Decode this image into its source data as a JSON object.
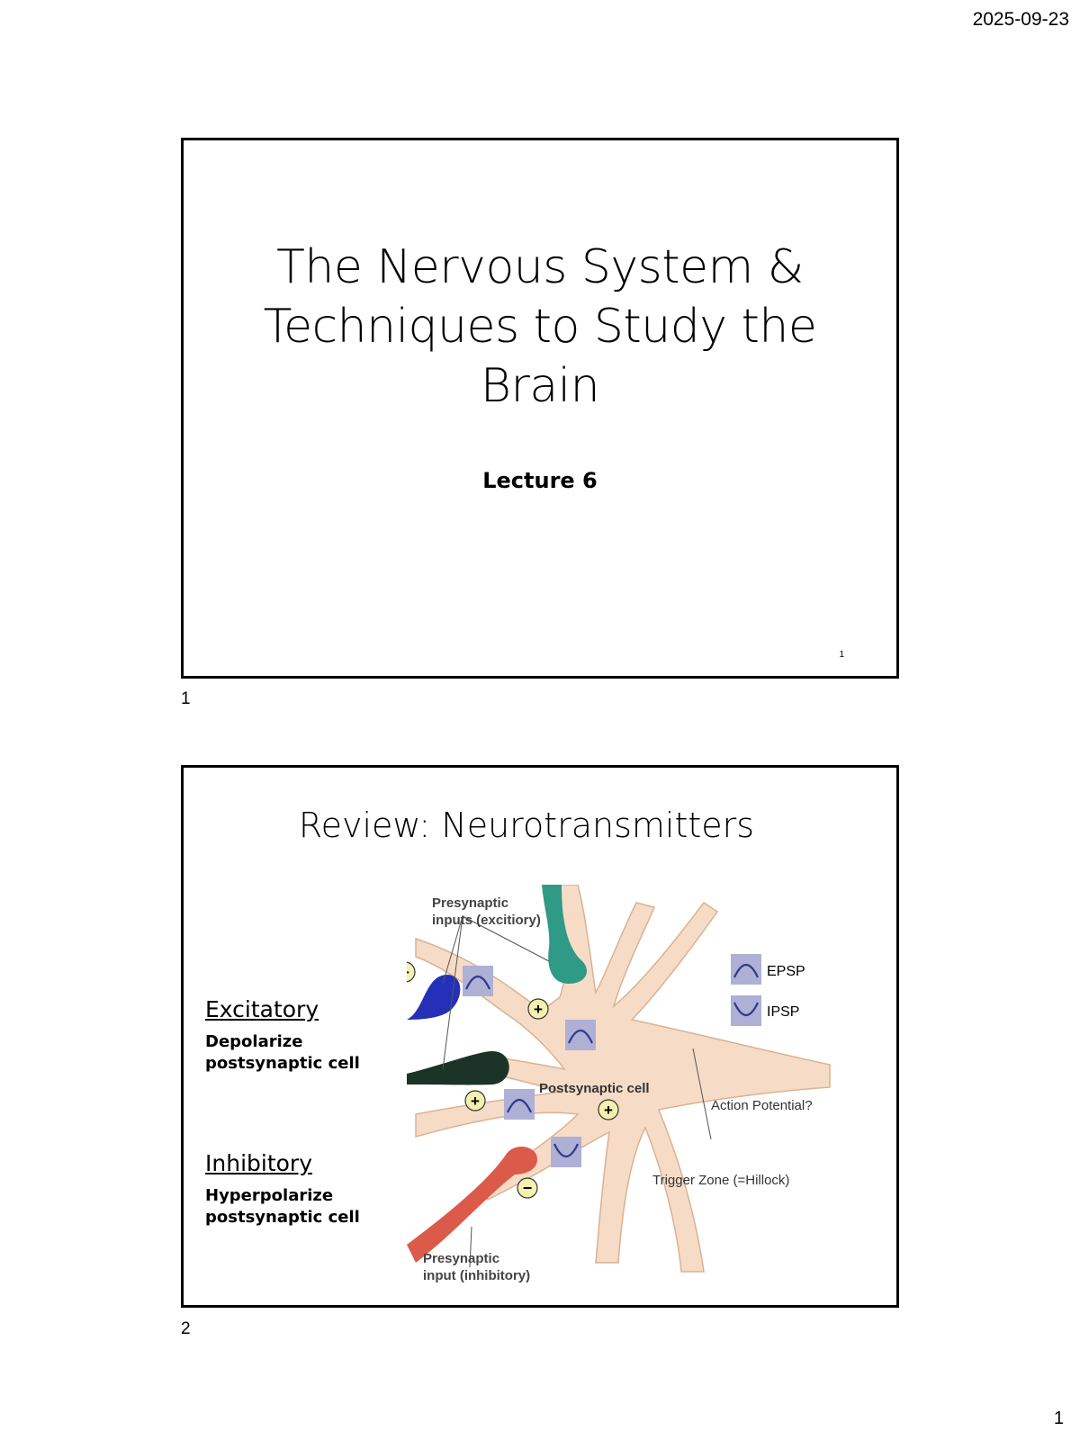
{
  "page": {
    "date": "2025-09-23",
    "number": "1"
  },
  "slide1": {
    "index": "1",
    "title_lines": [
      "The Nervous System &",
      "Techniques to Study the",
      "Brain"
    ],
    "subtitle": "Lecture 6",
    "slide_number": "1"
  },
  "slide2": {
    "index": "2",
    "title": "Review: Neurotransmitters",
    "excitatory": {
      "heading": "Excitatory",
      "text": "Depolarize\npostsynaptic cell"
    },
    "inhibitory": {
      "heading": "Inhibitory",
      "text": "Hyperpolarize\npostsynaptic cell"
    },
    "diagram": {
      "presyn_excitatory_line1": "Presynaptic",
      "presyn_excitatory_line2": "inputs (excitiory)",
      "presyn_inhibitory_line1": "Presynaptic",
      "presyn_inhibitory_line2": "input (inhibitory)",
      "postsynaptic": "Postsynaptic cell",
      "action_potential": "Action Potential?",
      "trigger_zone": "Trigger Zone (=Hillock)",
      "legend_epsp": "EPSP",
      "legend_ipsp": "IPSP",
      "plus": "+",
      "minus": "−",
      "colors": {
        "cell": "#f6dcc6",
        "cell_edge": "#d9b293",
        "blue_terminal": "#2430b8",
        "teal_terminal": "#2f9a85",
        "dark_terminal": "#1c3327",
        "red_terminal": "#dc5a4a",
        "psp_box": "#aeb0d6",
        "psp_wave": "#2f3a8a",
        "sign_fill": "#f4f0b0"
      }
    }
  }
}
